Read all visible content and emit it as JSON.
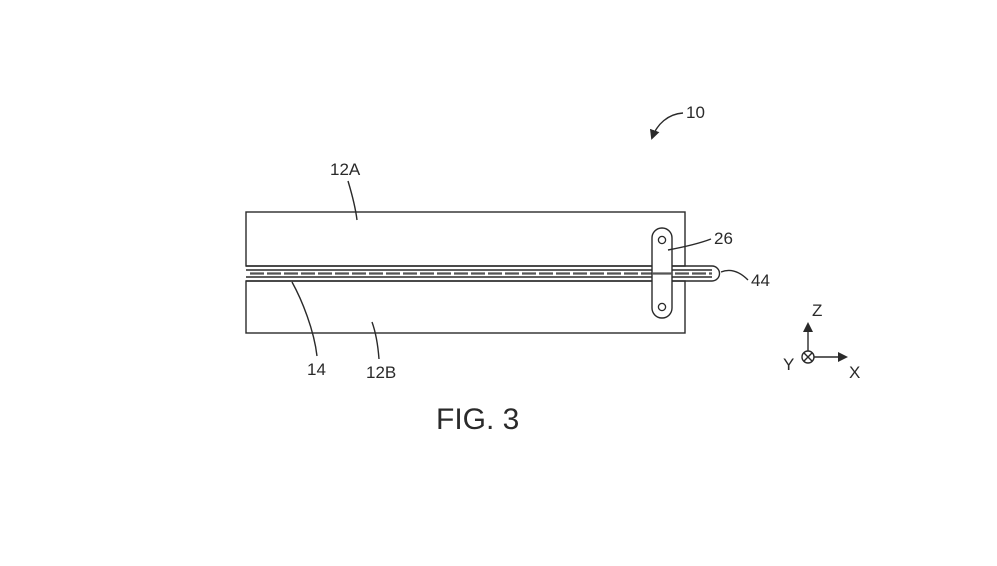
{
  "labels": {
    "assembly": "10",
    "upper_part": "12A",
    "lower_part": "12B",
    "hinge": "14",
    "bracket": "26",
    "cable": "44"
  },
  "axes": {
    "z": "Z",
    "y": "Y",
    "x": "X"
  },
  "caption": "FIG. 3"
}
